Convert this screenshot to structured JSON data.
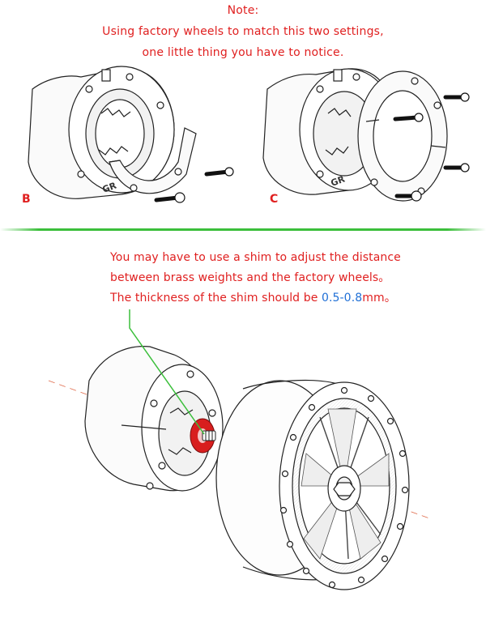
{
  "header": {
    "title": "Note:",
    "line1": "Using factory wheels to match this two settings,",
    "line2": "one little thing you have to notice."
  },
  "panels": {
    "b_label": "B",
    "c_label": "C"
  },
  "shim_note": {
    "line1": "You may have to use a shim to adjust the distance",
    "line2": "between brass weights and the factory wheels。",
    "line3_prefix": "The thickness of the shim should be ",
    "line3_value": "0.5-0.8",
    "line3_suffix": "mm。"
  },
  "emboss": {
    "brand_b": "GR",
    "brand_c": "GR"
  },
  "colors": {
    "red_text": "#e02020",
    "blue_value": "#1f6fd6",
    "green_divider": "#3bbf3b",
    "shim_highlight": "#d81e1e"
  }
}
